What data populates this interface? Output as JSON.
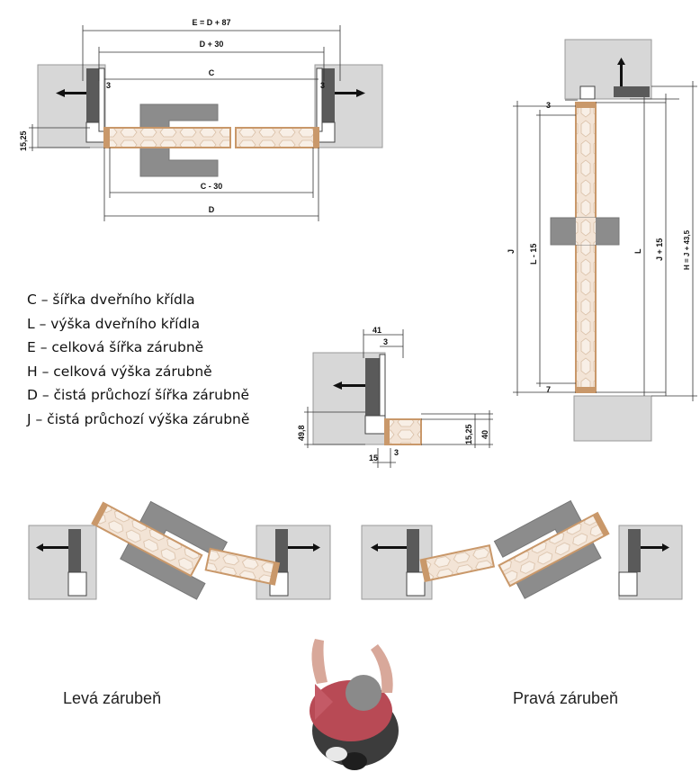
{
  "legend": [
    "C – šířka dveřního křídla",
    "L – výška dveřního křídla",
    "E – celková šířka zárubně",
    "H – celková výška zárubně",
    "D – čistá průchozí šířka zárubně",
    "J – čistá průchozí výška zárubně"
  ],
  "captions": {
    "left": "Levá zárubeň",
    "right": "Pravá zárubeň"
  },
  "plan": {
    "dim_e": "E = D + 87",
    "dim_d30": "D + 30",
    "dim_c": "C",
    "dim_c30": "C - 30",
    "dim_d": "D",
    "dim_3": "3",
    "dim_1525": "15,25"
  },
  "section": {
    "dim_3_top": "3",
    "dim_j": "J",
    "dim_l15": "L - 15",
    "dim_l": "L",
    "dim_j15": "J + 15",
    "dim_h": "H = J + 43,5",
    "dim_7": "7"
  },
  "detail": {
    "dim_41": "41",
    "dim_3_top": "3",
    "dim_498": "49,8",
    "dim_1525": "15,25",
    "dim_40": "40",
    "dim_15": "15",
    "dim_3_bottom": "3"
  },
  "colors": {
    "wall": "#d7d7d7",
    "wall_stroke": "#9a9a9a",
    "frame_dark": "#5a5a5a",
    "door_edge": "#c9986a",
    "door_core": "#f1dfcf",
    "seal_grey": "#8c8c8c",
    "dim_line": "#333333"
  }
}
